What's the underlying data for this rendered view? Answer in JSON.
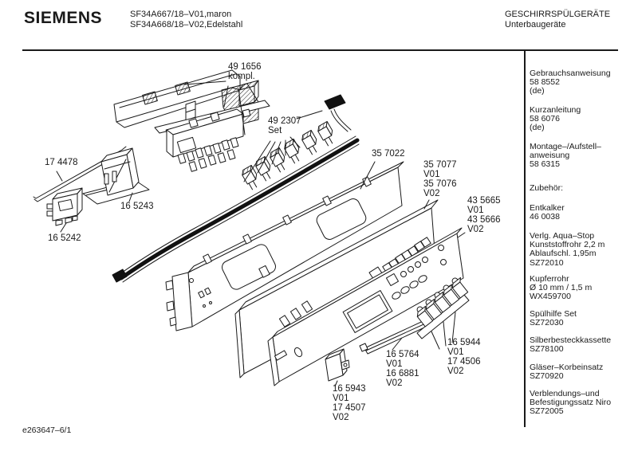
{
  "header": {
    "brand": "SIEMENS",
    "model_line1": "SF34A667/18–V01,maron",
    "model_line2": "SF34A668/18–V02,Edelstahl",
    "category": "GESCHIRRSPÜLGERÄTE",
    "subcategory": "Unterbaugeräte"
  },
  "sidebar": {
    "blocks": [
      {
        "text": "Gebrauchsanweisung\n58 8552\n(de)"
      },
      {
        "text": "Kurzanleitung\n58 6076\n(de)"
      },
      {
        "text": "Montage–/Aufstell–\nanweisung\n58 6315"
      },
      {
        "text": "Zubehör:"
      },
      {
        "text": "Entkalker\n46 0038"
      },
      {
        "text": "Verlg. Aqua–Stop\nKunststoffrohr 2,2 m\nAblaufschl. 1,95m\nSZ72010"
      },
      {
        "text": "Kupferrohr\nØ 10 mm / 1,5 m\nWX459700"
      },
      {
        "text": "Spülhilfe Set\nSZ72030"
      },
      {
        "text": "Silberbesteckkassette\nSZ78100"
      },
      {
        "text": "Gläser–Korbeinsatz\nSZ70920"
      },
      {
        "text": "Verblendungs–und\nBefestigungssatz Niro\nSZ72005"
      }
    ]
  },
  "diagram": {
    "labels": [
      {
        "id": "49 1656",
        "text": "49 1656\nkompl."
      },
      {
        "id": "49 2307",
        "text": "49 2307\nSet"
      },
      {
        "id": "35 7022",
        "text": "35 7022"
      },
      {
        "id": "35 7077",
        "text": "35 7077\nV01\n35 7076\nV02"
      },
      {
        "id": "43 5665",
        "text": "43 5665\nV01\n43 5666\nV02"
      },
      {
        "id": "17 4478",
        "text": "17 4478"
      },
      {
        "id": "16 5243",
        "text": "16 5243"
      },
      {
        "id": "16 5242",
        "text": "16 5242"
      },
      {
        "id": "16 5764",
        "text": "16 5764\nV01\n16 6881\nV02"
      },
      {
        "id": "16 5944",
        "text": "16 5944\nV01\n17 4506\nV02"
      },
      {
        "id": "16 5943",
        "text": "16 5943\nV01\n17 4507\nV02"
      }
    ]
  },
  "footer": {
    "doc_number": "e263647–6/1"
  },
  "colors": {
    "line": "#1a1a1a",
    "background": "#ffffff"
  }
}
